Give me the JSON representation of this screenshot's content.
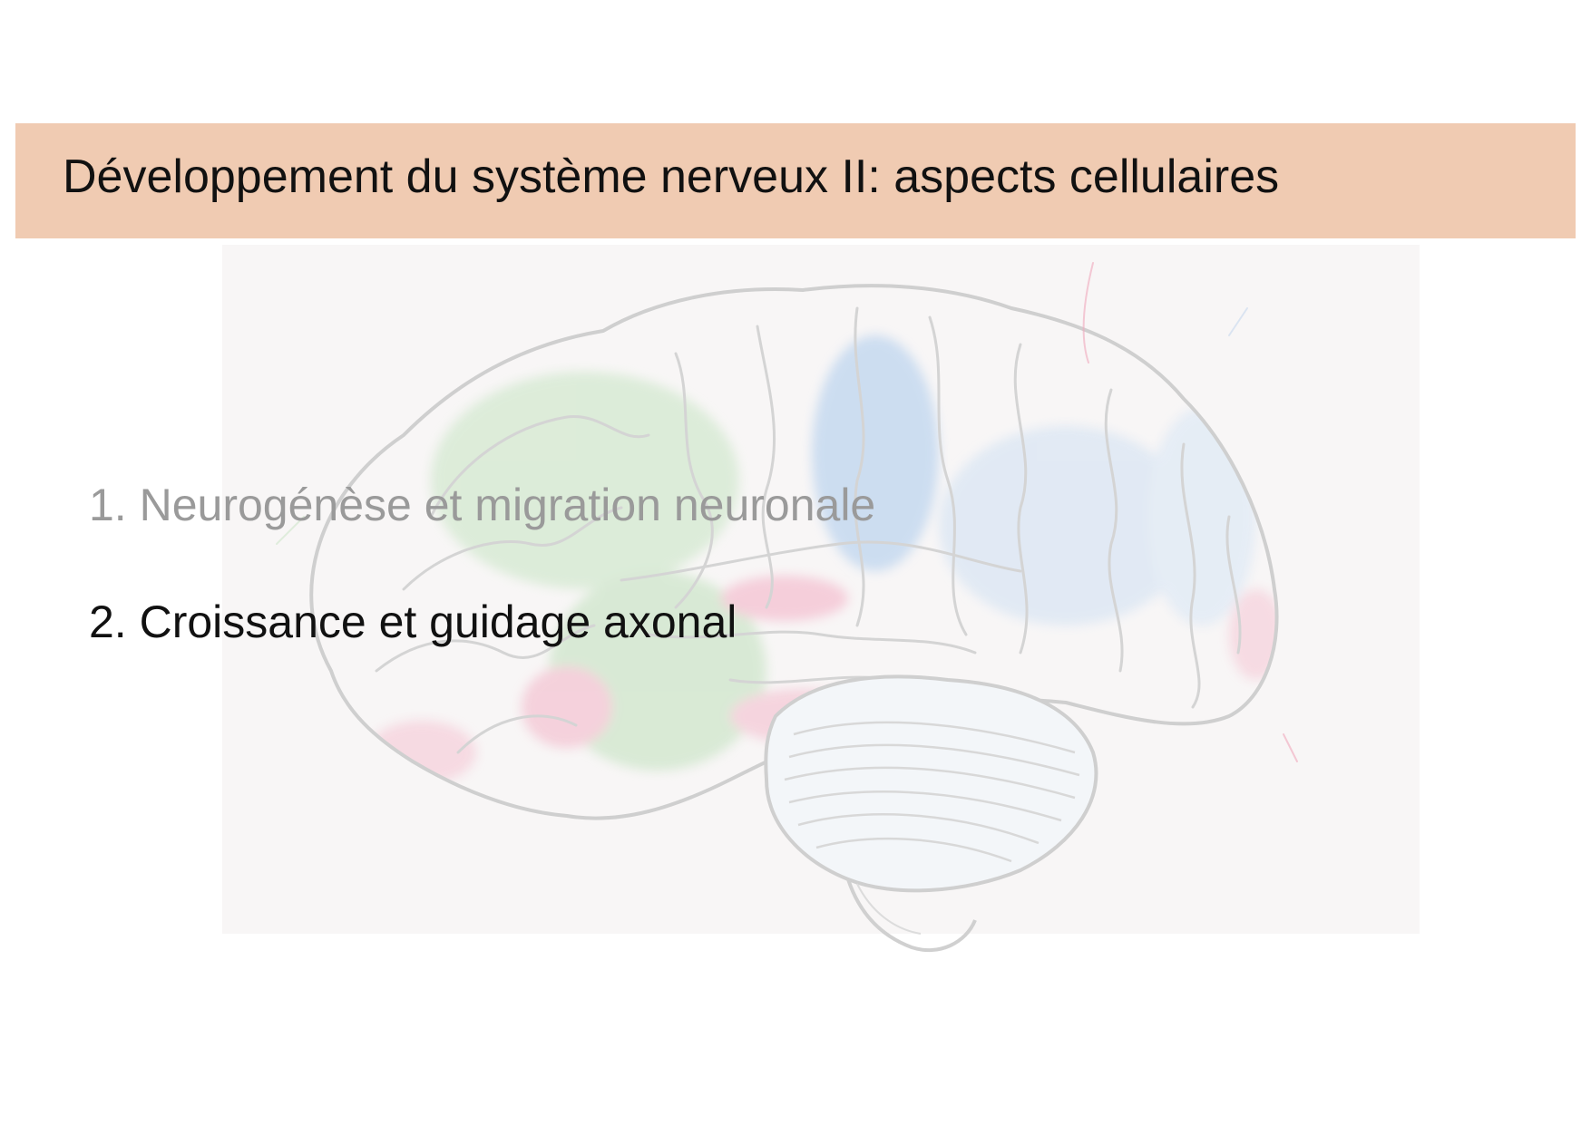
{
  "slide": {
    "title": "Développement du système nerveux II: aspects cellulaires",
    "title_bar_color": "#f0cbb2",
    "background_image": "faded-colored-brain-illustration",
    "outline": [
      {
        "label": "1. Neurogénèse et migration neuronale",
        "state": "inactive",
        "color": "#9a9a9a"
      },
      {
        "label": "2. Croissance et guidage axonal",
        "state": "active",
        "color": "#111111"
      }
    ]
  }
}
